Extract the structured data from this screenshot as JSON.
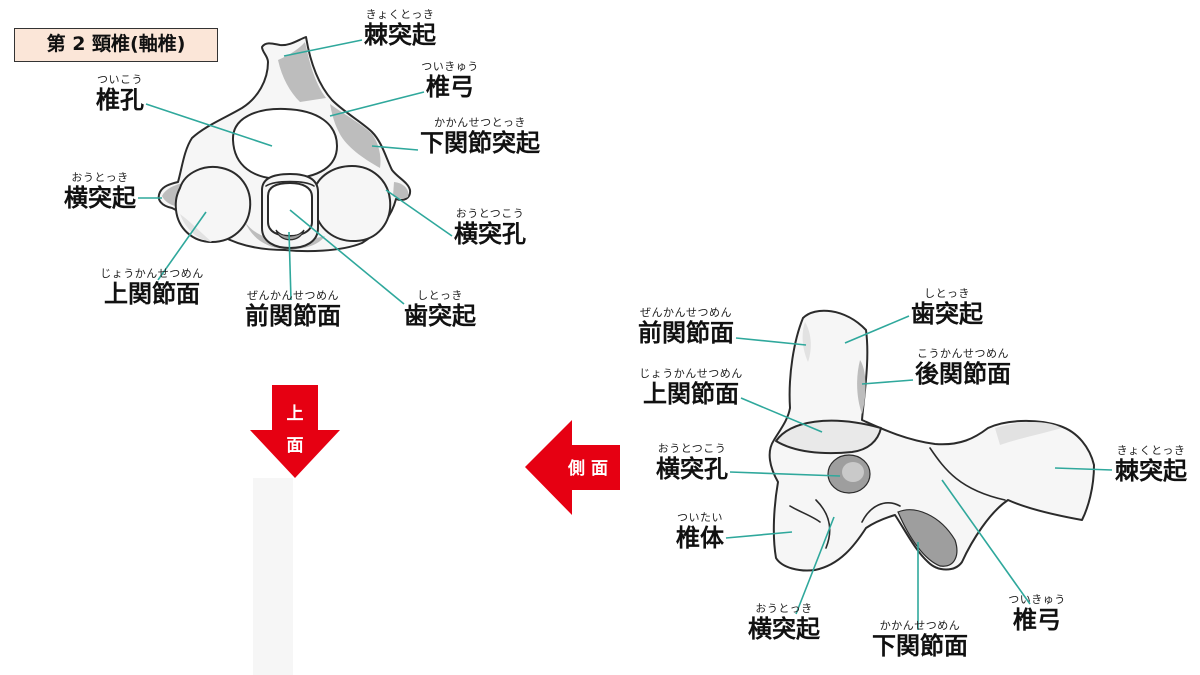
{
  "title": "第 2 頸椎(軸椎)",
  "colors": {
    "leader_line": "#2fa89c",
    "arrow": "#e60012",
    "title_background": "#fbe6d8",
    "bone_shade": "#bdbdbd"
  },
  "top_view": {
    "arrow": {
      "line1": "上",
      "line2": "面"
    },
    "labels": [
      {
        "ruby": "きょくとっき",
        "text": "棘突起"
      },
      {
        "ruby": "ついきゅう",
        "text": "椎弓"
      },
      {
        "ruby": "かかんせつとっき",
        "text": "下関節突起"
      },
      {
        "ruby": "ついこう",
        "text": "椎孔"
      },
      {
        "ruby": "おうとっき",
        "text": "横突起"
      },
      {
        "ruby": "おうとつこう",
        "text": "横突孔"
      },
      {
        "ruby": "じょうかんせつめん",
        "text": "上関節面"
      },
      {
        "ruby": "ぜんかんせつめん",
        "text": "前関節面"
      },
      {
        "ruby": "しとっき",
        "text": "歯突起"
      }
    ]
  },
  "side_view": {
    "arrow": {
      "label": "側 面"
    },
    "labels": [
      {
        "ruby": "ぜんかんせつめん",
        "text": "前関節面"
      },
      {
        "ruby": "しとっき",
        "text": "歯突起"
      },
      {
        "ruby": "こうかんせつめん",
        "text": "後関節面"
      },
      {
        "ruby": "じょうかんせつめん",
        "text": "上関節面"
      },
      {
        "ruby": "きょくとっき",
        "text": "棘突起"
      },
      {
        "ruby": "おうとつこう",
        "text": "横突孔"
      },
      {
        "ruby": "ついたい",
        "text": "椎体"
      },
      {
        "ruby": "おうとっき",
        "text": "横突起"
      },
      {
        "ruby": "かかんせつめん",
        "text": "下関節面"
      },
      {
        "ruby": "ついきゅう",
        "text": "椎弓"
      }
    ]
  }
}
